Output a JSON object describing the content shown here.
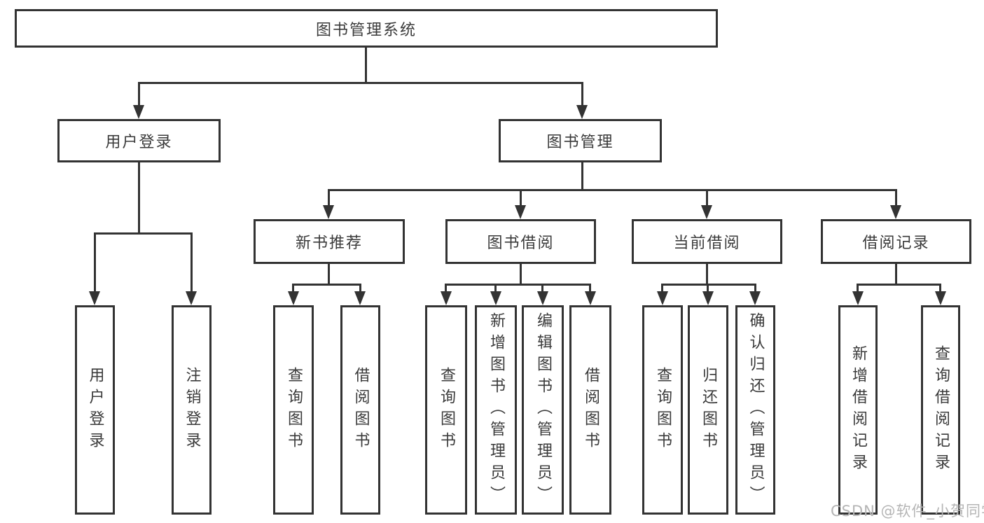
{
  "diagram_title": "图书管理系统",
  "nodes": {
    "root": {
      "label": "图书管理系统"
    },
    "user_login": {
      "label": "用户登录"
    },
    "book_mgmt": {
      "label": "图书管理"
    },
    "new_book": {
      "label": "新书推荐"
    },
    "book_borrow": {
      "label": "图书借阅"
    },
    "current_borrow": {
      "label": "当前借阅"
    },
    "borrow_record": {
      "label": "借阅记录"
    },
    "leaf_user_login": {
      "label": "用户登录"
    },
    "leaf_logout": {
      "label": "注销登录"
    },
    "leaf_newbook_query": {
      "label": "查询图书"
    },
    "leaf_newbook_borrow": {
      "label": "借阅图书"
    },
    "leaf_borrow_query": {
      "label": "查询图书"
    },
    "leaf_borrow_add": {
      "label": "新增图书（管理员）"
    },
    "leaf_borrow_edit": {
      "label": "编辑图书（管理员）"
    },
    "leaf_borrow_borrow": {
      "label": "借阅图书"
    },
    "leaf_current_query": {
      "label": "查询图书"
    },
    "leaf_current_return": {
      "label": "归还图书"
    },
    "leaf_current_confirm": {
      "label": "确认归还（管理员）"
    },
    "leaf_record_add": {
      "label": "新增借阅记录"
    },
    "leaf_record_query": {
      "label": "查询借阅记录"
    }
  },
  "watermark": {
    "text": "CSDN @软件_小贺同学"
  },
  "colors": {
    "line": "#333333",
    "text": "#3a3a3a",
    "box_bg": "#ffffff",
    "background": "#ffffff",
    "watermark": "#b5b5b5"
  }
}
